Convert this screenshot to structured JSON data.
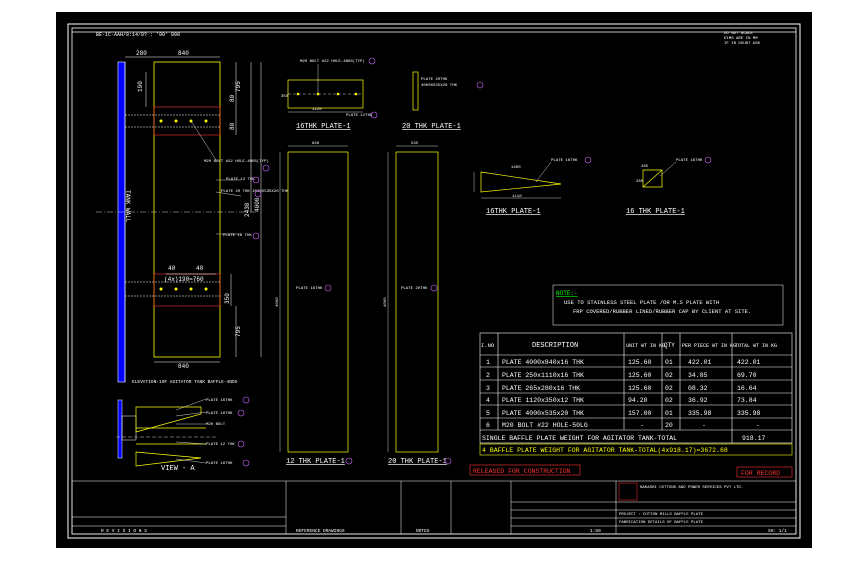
{
  "title_row": "BE-1C-AAH/8:14/8? : '90' 808",
  "views": {
    "elevation_caption": "ELEVATION-1OF AGITATOR TANK BAFFLE-4NOS",
    "view_a": "VIEW - A",
    "plate16_caption": "16THK PLATE-1",
    "plate20_caption": "20 THK PLATE-1",
    "plate16b_caption": "16THK PLATE-1",
    "plate16c_caption": "16 THK PLATE-1",
    "plate12_caption": "12 THK PLATE-1",
    "plate20b_caption": "20 THK PLATE-1"
  },
  "dims": {
    "d280": "280",
    "d840": "840",
    "d190": "190",
    "d80a": "80",
    "d80b": "80",
    "d795a": "795",
    "d2430": "2430",
    "d4000": "4000",
    "d40a": "40",
    "d40b": "40",
    "d4x190": "(4x)190=760",
    "d350": "350",
    "d795b": "795",
    "d840b": "840",
    "tank_wall": "TANK WALL"
  },
  "callouts": {
    "m20": "M20 BOLT #22 HOLE-4NOS(TYP)",
    "plate12a": "PLATE 12 THK",
    "plate20a": "PLATE 20 THK 4000X535X20 THK",
    "plate16a": "PLATE 16 THK",
    "plate16b": "PLATE 16THK",
    "plate16c": "PLATE 16THK",
    "plate16d": "PLATE 16THK",
    "plate12b": "PLATE 12 THK"
  },
  "note": {
    "heading": "NOTE:-",
    "line1": "USE TO STAINLESS STEEL PLATE /OR M.S PLATE WITH",
    "line2": "FRP COVERED/RUBBER LINED/RUBBER CAP BY CLIENT AT SITE."
  },
  "bom": {
    "headers": [
      "I.NO",
      "DESCRIPTION",
      "UNIT WT IN KG",
      "QTY",
      "PER PIECE WT IN KG",
      "TOTAL WT IN KG"
    ],
    "rows": [
      [
        "1",
        "PLATE 4000x840x16 THK",
        "125.60",
        "01",
        "422.01",
        "422.01"
      ],
      [
        "2",
        "PLATE 250x1110x16 THK",
        "125.60",
        "02",
        "34.85",
        "69.70"
      ],
      [
        "3",
        "PLATE 265x280x16 THK",
        "125.60",
        "02",
        "08.32",
        "16.64"
      ],
      [
        "4",
        "PLATE 1120x350x12 THK",
        "94.20",
        "02",
        "36.92",
        "73.84"
      ],
      [
        "5",
        "PLATE 4000x535x20 THK",
        "157.00",
        "01",
        "335.98",
        "335.98"
      ],
      [
        "6",
        "M20 BOLT #22 HOLE-50LG",
        "-",
        "20",
        "-",
        "-"
      ]
    ],
    "single_total": "SINGLE BAFFLE PLATE WEIGHT FOR AGITATOR TANK-TOTAL",
    "single_total_value": "918.17",
    "four_total": "4 BAFFLE PLATE WEIGHT FOR AGITATOR TANK-TOTAL(4x918.17)=3672.68"
  },
  "stamps": {
    "released": "RELEASED FOR CONSTRUCTION",
    "for_record": "FOR RECORD"
  },
  "title_block": {
    "revisions": "R E V I S I O N S",
    "reference": "REFERENCE DRAWINGS",
    "notes": "NOTES",
    "company": "NAKASHI COTTONS AND POWER SERVICES PVT LTD.",
    "scale": "1:50",
    "sheet": "SH: 1/1",
    "project": "PROJECT : COTTON MILLS BAFFLE PLATE",
    "drawing_title": "FABRICATION DETAILS OF BAFFLE PLATE"
  }
}
